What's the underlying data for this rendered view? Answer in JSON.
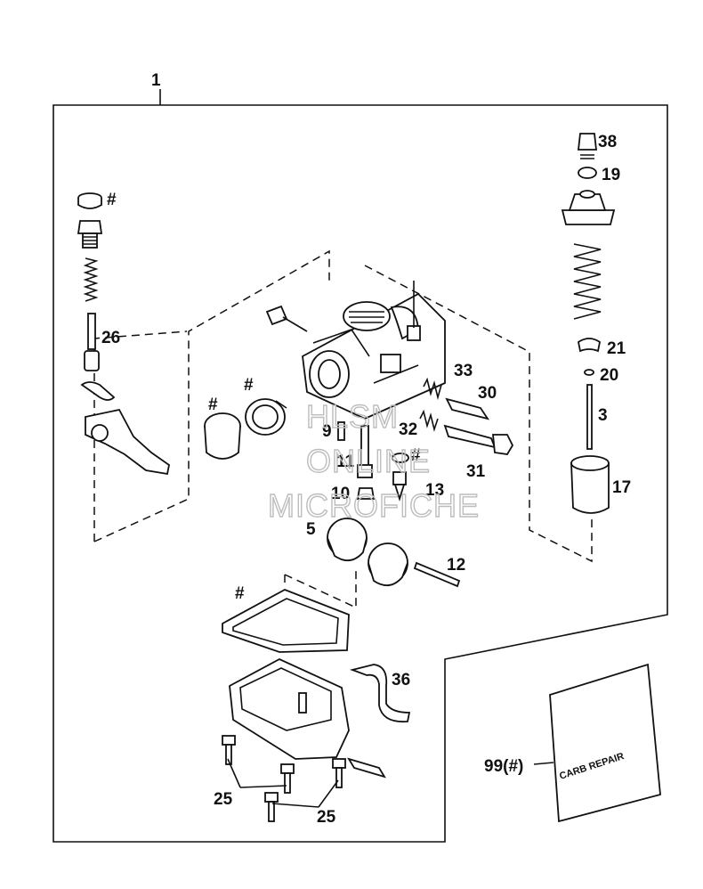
{
  "labels": {
    "l1": "1",
    "l38": "38",
    "l19": "19",
    "lh_tl": "#",
    "l26": "26",
    "l21": "21",
    "l20": "20",
    "l33": "33",
    "l30": "30",
    "lh_a": "#",
    "lh_b": "#",
    "l9": "9",
    "l32": "32",
    "l3": "3",
    "lh_c": "#",
    "l11": "11",
    "l31": "31",
    "l10": "10",
    "l13": "13",
    "l17": "17",
    "l5": "5",
    "l12": "12",
    "lh_d": "#",
    "l36": "36",
    "l99": "99(#)",
    "l25a": "25",
    "l25b": "25"
  },
  "packet_text": "CARB REPAIR",
  "watermark": {
    "line1": "HLSM",
    "line2": "ONLINE",
    "line3": "MICROFICHE"
  }
}
